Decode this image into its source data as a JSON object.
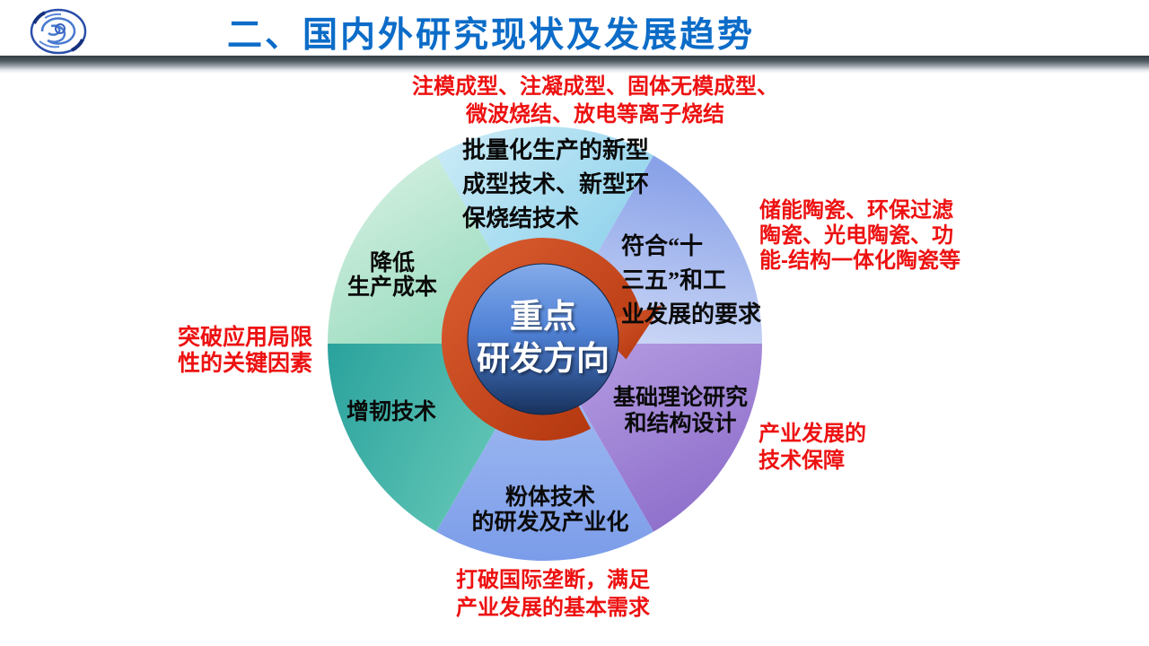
{
  "header": {
    "title": "二、国内外研究现状及发展趋势"
  },
  "hub": {
    "line1": "重点",
    "line2": "研发方向"
  },
  "wheel": {
    "sectors": [
      {
        "id": "top",
        "lines": [
          "批量化生产的新型",
          "成型技术、新型环",
          "保烧结技术"
        ],
        "color_start": "#cdecf7",
        "color_end": "#79c9e8"
      },
      {
        "id": "upper-right",
        "lines": [
          "符合“十",
          "三五”和工",
          "业发展的要求"
        ],
        "color_start": "#8aa2e8",
        "color_end": "#cfdaf7"
      },
      {
        "id": "lower-right",
        "lines": [
          "基础理论研究",
          "和结构设计"
        ],
        "color_start": "#b79fe3",
        "color_end": "#8e6fcb"
      },
      {
        "id": "bottom",
        "lines": [
          "粉体技术",
          "的研发及产业化"
        ],
        "color_start": "#a9c2f3",
        "color_end": "#7b9ce9"
      },
      {
        "id": "lower-left",
        "lines": [
          "增韧技术"
        ],
        "color_start": "#2aa29d",
        "color_end": "#67c9b8"
      },
      {
        "id": "upper-left",
        "lines": [
          "降低",
          "生产成本"
        ],
        "color_start": "#dcf2e6",
        "color_end": "#94dabb"
      }
    ],
    "arrow_color": "#c7421b",
    "hub_color_top": "#84abea",
    "hub_color_bottom": "#17315c"
  },
  "annotations": {
    "top": {
      "lines": [
        "注模成型、注凝成型、固体无模成型、",
        "微波烧结、放电等离子烧结"
      ]
    },
    "right_upper": {
      "lines": [
        "储能陶瓷、环保过滤",
        "陶瓷、光电陶瓷、功",
        "能-结构一体化陶瓷等"
      ]
    },
    "right_lower": {
      "lines": [
        "产业发展的",
        "技术保障"
      ]
    },
    "bottom": {
      "lines": [
        "打破国际垄断，满足",
        "产业发展的基本需求"
      ]
    },
    "left": {
      "lines": [
        "突破应用局限",
        "性的关键因素"
      ]
    }
  },
  "colors": {
    "title_blue": "#0c6cc8",
    "annotation_red": "#ed1111",
    "label_black": "#0a0a0a"
  }
}
